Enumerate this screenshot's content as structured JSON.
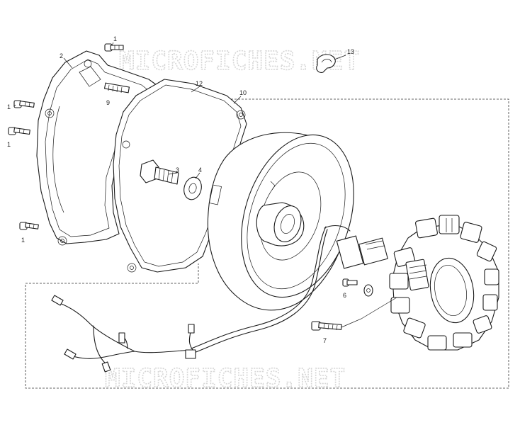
{
  "watermark": {
    "top": "MICROFICHES.NET",
    "bottom": "MICROFICHES.NET"
  },
  "callouts": {
    "c1a": "1",
    "c1b": "1",
    "c1c": "1",
    "c1d": "1",
    "c2": "2",
    "c3": "3",
    "c4": "4",
    "c6": "6",
    "c7": "7",
    "c9": "9",
    "c10": "10",
    "c12": "12",
    "c13": "13"
  }
}
